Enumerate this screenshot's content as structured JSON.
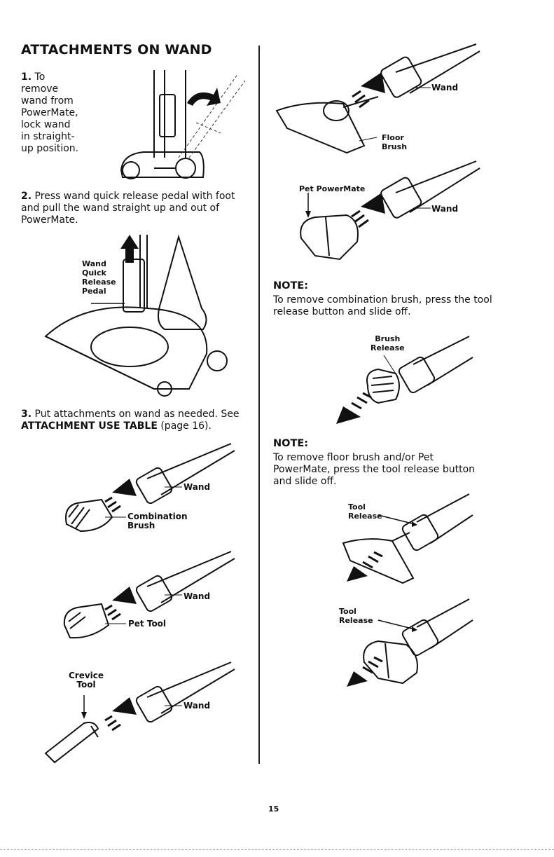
{
  "page": {
    "title": "ATTACHMENTS ON WAND",
    "page_number": "15"
  },
  "left": {
    "step1": {
      "num": "1.",
      "lines": [
        "To",
        "remove",
        "wand from",
        "PowerMate,",
        "lock wand",
        "in straight-",
        "up position."
      ]
    },
    "step2": {
      "num": "2.",
      "lines": [
        "Press wand quick release pedal with foot",
        "and pull the wand straight up and out of",
        "PowerMate."
      ],
      "label_lines": [
        "Wand",
        "Quick",
        "Release",
        "Pedal"
      ]
    },
    "step3": {
      "num": "3.",
      "line1": "Put attachments on wand as needed. See",
      "line2_bold": "ATTACHMENT USE TABLE",
      "line2_rest": " (page 16)."
    },
    "fig_combination": {
      "wand_label": "Wand",
      "brush_label_1": "Combination",
      "brush_label_2": "Brush"
    },
    "fig_pettool": {
      "wand_label": "Wand",
      "tool_label": "Pet Tool"
    },
    "fig_crevice": {
      "wand_label": "Wand",
      "tool_label_1": "Crevice",
      "tool_label_2": "Tool"
    }
  },
  "right": {
    "fig_floor": {
      "wand_label": "Wand",
      "floor_label_1": "Floor",
      "floor_label_2": "Brush"
    },
    "fig_petpm": {
      "pm_label": "Pet PowerMate",
      "wand_label": "Wand"
    },
    "note1": {
      "heading": "NOTE:",
      "lines": [
        "To remove combination brush, press the tool",
        "release button and slide off."
      ],
      "label_1": "Brush",
      "label_2": "Release"
    },
    "note2": {
      "heading": "NOTE:",
      "lines": [
        "To remove floor brush and/or Pet",
        "PowerMate, press the tool release button",
        "and slide off."
      ],
      "fig_a": {
        "label_1": "Tool",
        "label_2": "Release"
      },
      "fig_b": {
        "label_1": "Tool",
        "label_2": "Release"
      }
    }
  }
}
